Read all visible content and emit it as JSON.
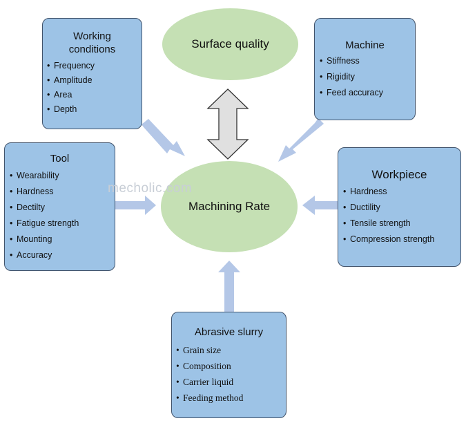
{
  "watermark": "mecholic.com",
  "center": {
    "label": "Machining Rate"
  },
  "top": {
    "label": "Surface quality"
  },
  "working_conditions": {
    "title_line1": "Working",
    "title_line2": "conditions",
    "items": [
      "Frequency",
      "Amplitude",
      "Area",
      "Depth"
    ]
  },
  "machine": {
    "title": "Machine",
    "items": [
      "Stiffness",
      "Rigidity",
      "Feed accuracy"
    ]
  },
  "tool": {
    "title": "Tool",
    "items": [
      "Wearability",
      "Hardness",
      "Dectilty",
      "Fatigue strength",
      "Mounting",
      "Accuracy"
    ]
  },
  "workpiece": {
    "title": "Workpiece",
    "items": [
      "Hardness",
      "Ductility",
      "Tensile strength",
      "Compression strength"
    ]
  },
  "abrasive_slurry": {
    "title": "Abrasive slurry",
    "items": [
      "Grain size",
      "Composition",
      "Carrier liquid",
      "Feeding method"
    ]
  },
  "colors": {
    "box_fill": "#9dc3e6",
    "box_border": "#41536b",
    "ellipse_fill": "#c5e0b4",
    "arrow_fill": "#b4c7e7",
    "double_arrow_fill": "#e0e0e0"
  }
}
